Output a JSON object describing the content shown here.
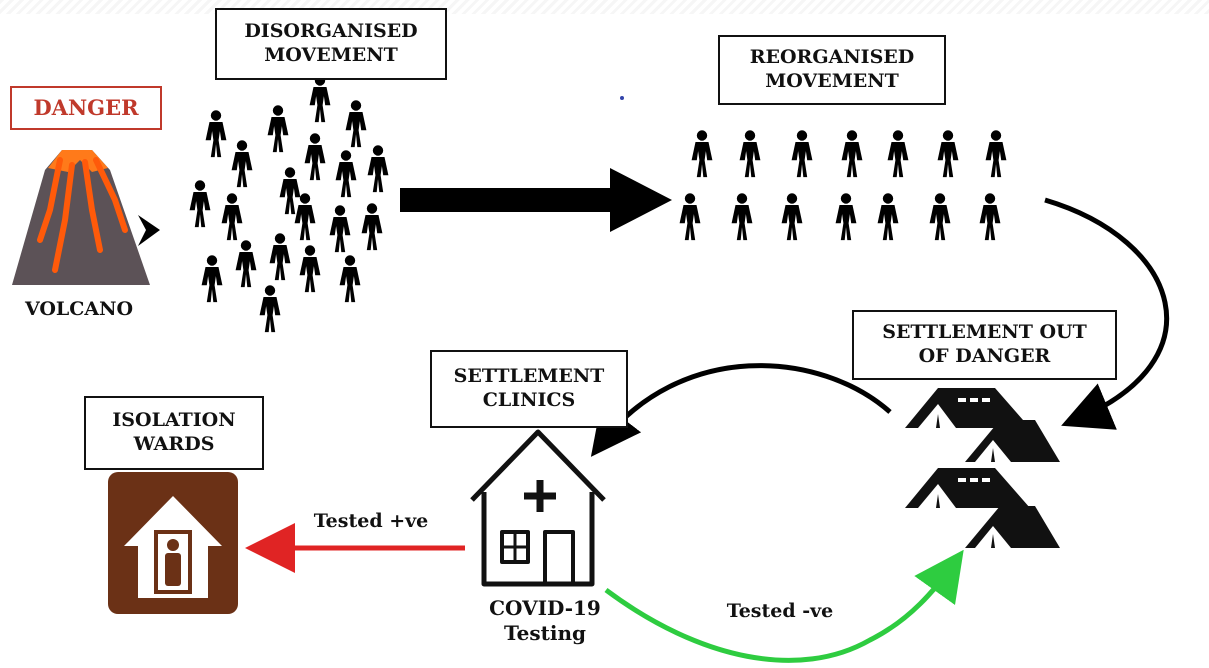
{
  "labels": {
    "danger": "DANGER",
    "volcano": "VOLCANO",
    "disorganised": "DISORGANISED\nMOVEMENT",
    "reorganised": "REORGANISED\nMOVEMENT",
    "settlement_out": "SETTLEMENT OUT\nOF DANGER",
    "settlement_clinics": "SETTLEMENT\nCLINICS",
    "isolation_wards": "ISOLATION\nWARDS",
    "covid_testing": "COVID-19\nTesting",
    "tested_positive": "Tested +ve",
    "tested_negative": "Tested -ve"
  },
  "icons": {
    "volcano": "volcano-icon",
    "people": "person-icon",
    "tents": "tent-icon",
    "clinic": "clinic-house-icon",
    "isolation": "isolation-ward-icon"
  },
  "colors": {
    "people": "#b31b1b",
    "positive_arrow": "#e02424",
    "negative_arrow": "#2ecc40",
    "isolation_sign": "#6b3116",
    "danger": "#c0392b"
  }
}
